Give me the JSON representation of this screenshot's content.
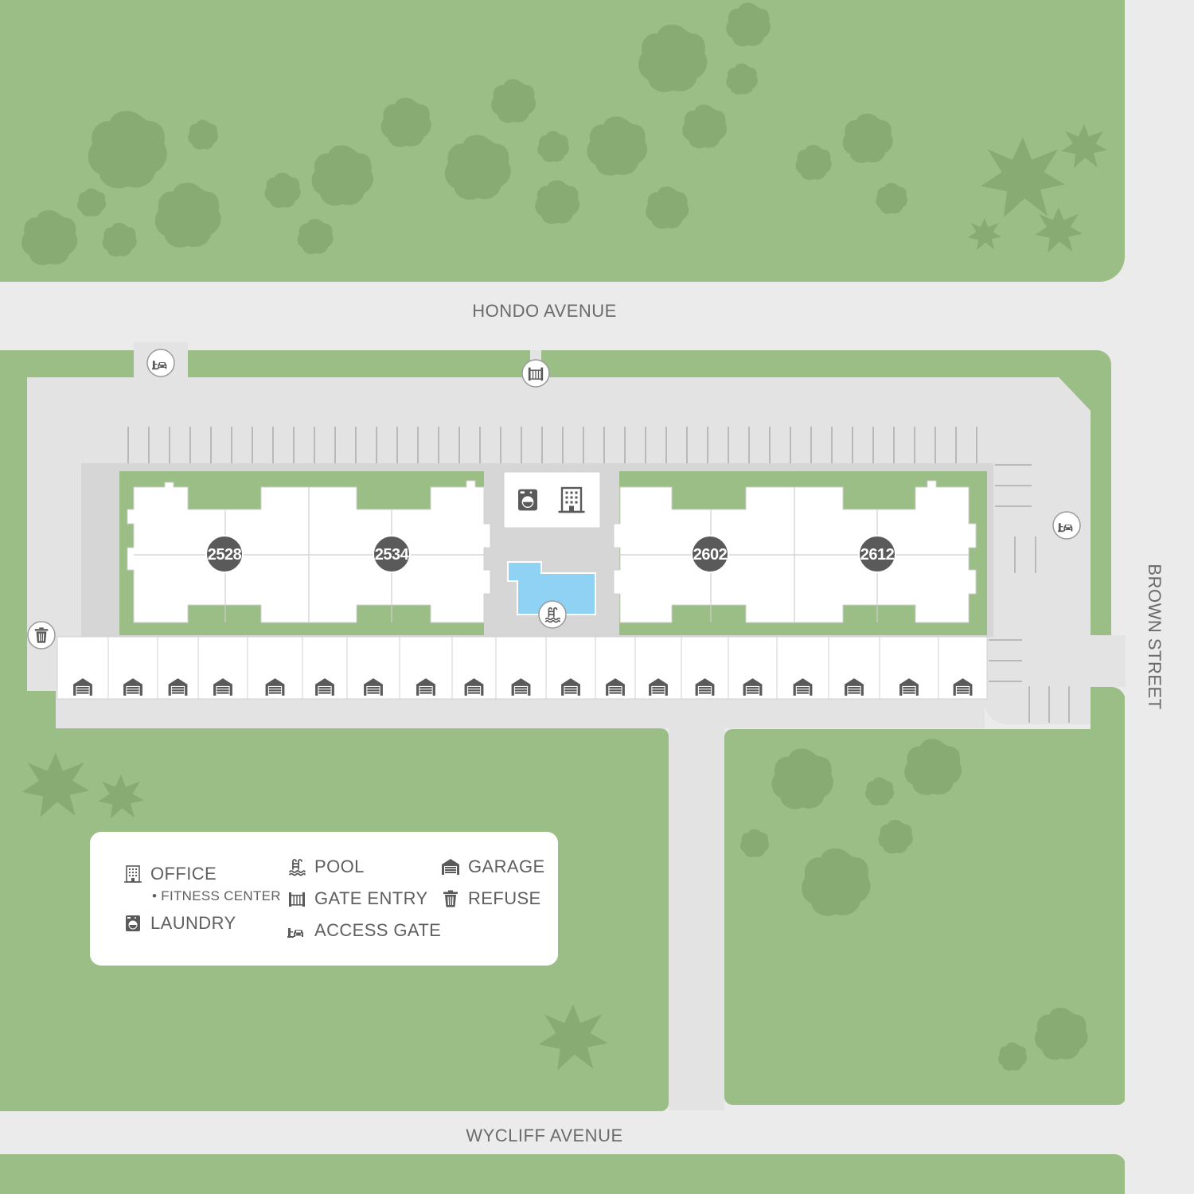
{
  "streets": {
    "north": "HONDO AVENUE",
    "south": "WYCLIFF AVENUE",
    "east": "BROWN STREET"
  },
  "buildings": [
    {
      "number": "2528"
    },
    {
      "number": "2534"
    },
    {
      "number": "2602"
    },
    {
      "number": "2612"
    }
  ],
  "legend": {
    "office": "OFFICE",
    "fitness": "• FITNESS CENTER",
    "laundry": "LAUNDRY",
    "pool": "POOL",
    "gate_entry": "GATE ENTRY",
    "access_gate": "ACCESS GATE",
    "garage": "GARAGE",
    "refuse": "REFUSE"
  },
  "icons": [
    "office-icon",
    "laundry-icon",
    "pool-icon",
    "gate-entry-icon",
    "access-gate-icon",
    "garage-icon",
    "refuse-icon"
  ],
  "colors": {
    "grass": "#9bbd86",
    "tree": "#87ab72",
    "road": "#ebebeb",
    "lot": "#e3e3e3",
    "building": "#ffffff",
    "pool": "#8fd2f4",
    "label_badge": "#5a5a5a",
    "icon": "#5a5a5a"
  }
}
